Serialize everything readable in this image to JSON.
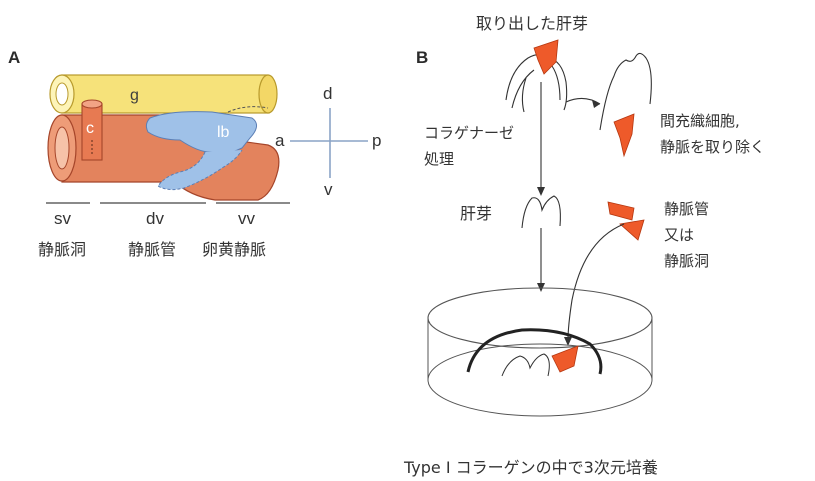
{
  "panel_a": {
    "label": "A",
    "vessel_labels": {
      "g": "g",
      "c": "c",
      "lb": "lb"
    },
    "segments": [
      {
        "code": "sv",
        "name": "静脈洞"
      },
      {
        "code": "dv",
        "name": "静脈管"
      },
      {
        "code": "vv",
        "name": "卵黄静脈"
      }
    ],
    "axes": {
      "d": "d",
      "v": "v",
      "a": "a",
      "p": "p"
    },
    "colors": {
      "gut": "#f6e27a",
      "vein": "#e3835d",
      "liver_bud": "#9fc1e8"
    }
  },
  "panel_b": {
    "label": "B",
    "top_label": "取り出した肝芽",
    "enzyme_lines": [
      "コラゲナーゼ",
      "処理"
    ],
    "remove_lines": [
      "間充織細胞,",
      "静脈を取り除く"
    ],
    "bud_label": "肝芽",
    "vessel_lines": [
      "静脈管",
      "又は",
      "静脈洞"
    ],
    "caption": "Type I コラーゲンの中で3次元培養",
    "colors": {
      "tissue": "#ee5a2a"
    }
  }
}
